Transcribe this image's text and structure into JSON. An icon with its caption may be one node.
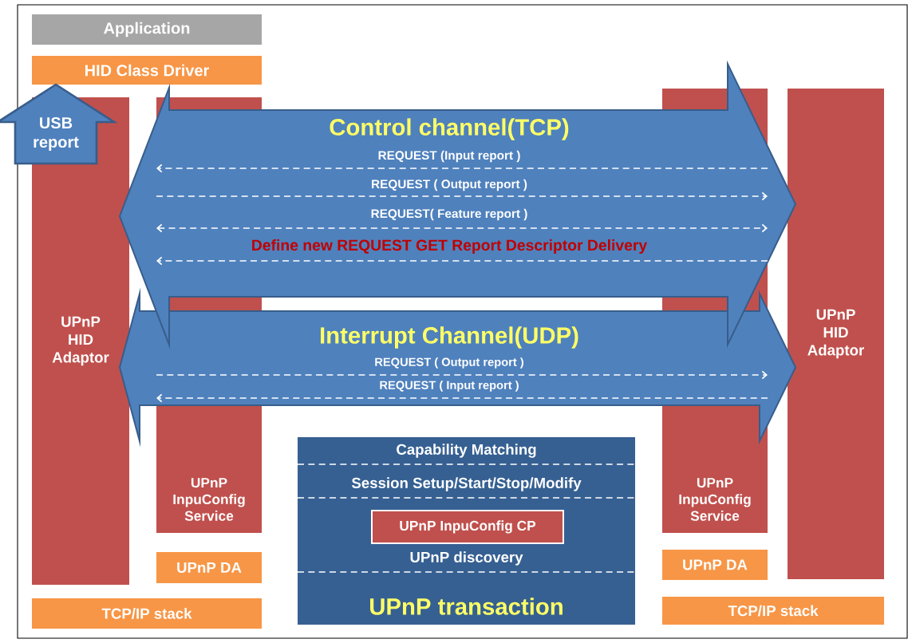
{
  "diagram": {
    "nodes": [
      {
        "text": [
          "Application"
        ]
      },
      {
        "text": [
          "HID Class Driver"
        ]
      },
      {
        "text": [
          "UPnP HID Adaptor"
        ]
      },
      {
        "text": [
          "UPnP InpuConfig Service"
        ]
      },
      {
        "text": [
          "UPnP DA"
        ]
      },
      {
        "text": [
          "TCP/IP stack"
        ]
      },
      {
        "text": [
          "Capability Matching",
          "Session Setup/Start/Stop/Modify",
          "UPnP discovery",
          "UPnP transaction"
        ]
      },
      {
        "text": [
          "UPnP InpuConfig CP"
        ],
        "in": 6
      },
      {
        "text": [
          "UPnP InpuConfig Service"
        ]
      },
      {
        "text": [
          "UPnP DA"
        ]
      },
      {
        "text": [
          "UPnP HID Adaptor"
        ]
      },
      {
        "text": [
          "TCP/IP stack"
        ]
      }
    ],
    "edges": [
      {
        "from": 2,
        "to": 10,
        "arrow": "both",
        "label": "Control channel(TCP)",
        "style": "thick",
        "color": "#4f81bd"
      },
      {
        "from": 8,
        "to": 3,
        "arrow": "to",
        "label": "REQUEST (Input report )",
        "style": "dashed"
      },
      {
        "from": 3,
        "to": 8,
        "arrow": "to",
        "label": "REQUEST ( Output report )",
        "style": "dashed"
      },
      {
        "from": 3,
        "to": 8,
        "arrow": "both",
        "label": "REQUEST( Feature report )",
        "style": "dashed"
      },
      {
        "from": 8,
        "to": 3,
        "arrow": "to",
        "label": "Define new REQUEST GET Report Descriptor Delivery",
        "style": "dashed"
      },
      {
        "from": 2,
        "to": 10,
        "arrow": "both",
        "label": "Interrupt Channel(UDP)",
        "style": "thick",
        "color": "#4f81bd"
      },
      {
        "from": 3,
        "to": 8,
        "arrow": "to",
        "label": "REQUEST ( Output report )",
        "style": "dashed"
      },
      {
        "from": 8,
        "to": 3,
        "arrow": "to",
        "label": "REQUEST ( Input report )",
        "style": "dashed"
      },
      {
        "from": 2,
        "to": 1,
        "arrow": "to",
        "label": "USB report",
        "style": "thick",
        "color": "#4f81bd"
      }
    ]
  }
}
